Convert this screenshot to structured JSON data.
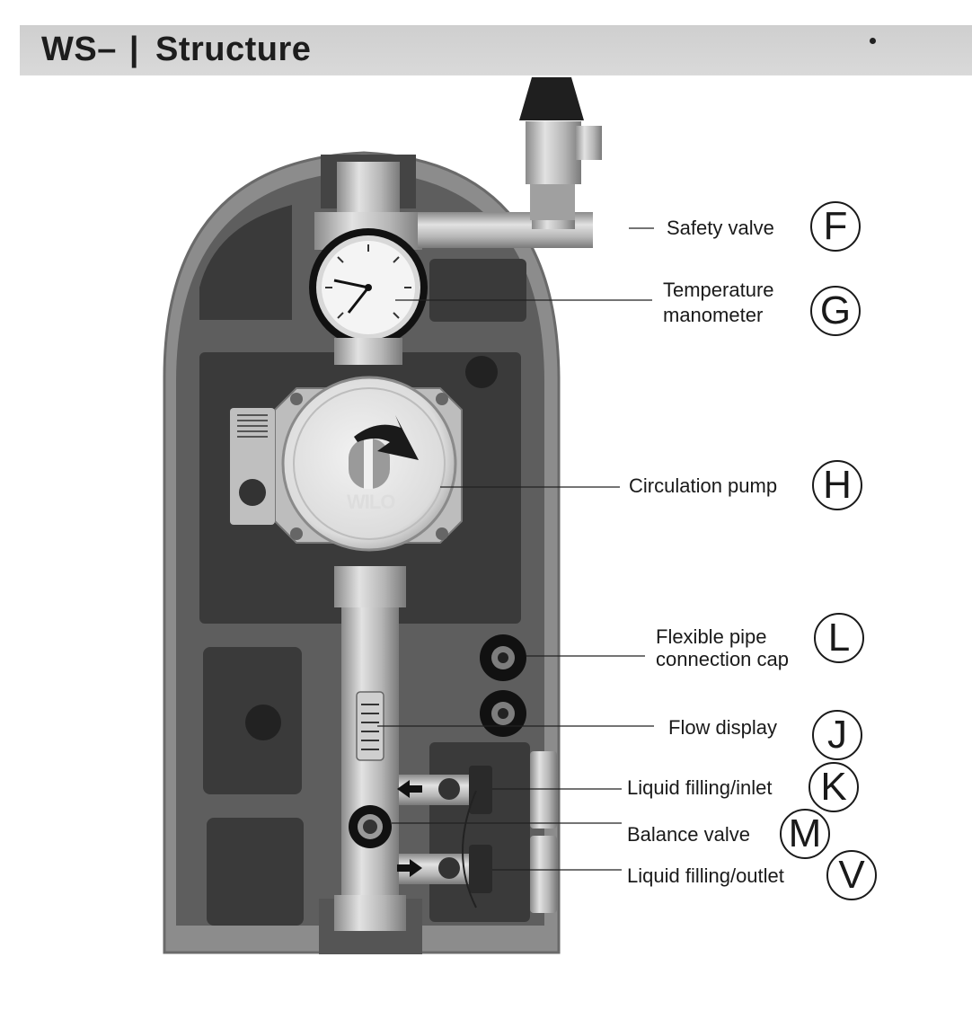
{
  "header": {
    "model": "WS–",
    "separator": "|",
    "title": "Structure"
  },
  "pump_brand": "WILO",
  "components": [
    {
      "letter": "F",
      "label": "Safety valve"
    },
    {
      "letter": "G",
      "label": "Temperature manometer"
    },
    {
      "letter": "H",
      "label": "Circulation pump"
    },
    {
      "letter": "L",
      "label": "Flexible pipe connection cap"
    },
    {
      "letter": "J",
      "label": "Flow display"
    },
    {
      "letter": "K",
      "label": "Liquid filling/inlet"
    },
    {
      "letter": "M",
      "label": "Balance valve"
    },
    {
      "letter": "V",
      "label": "Liquid filling/outlet"
    }
  ],
  "colors": {
    "housing_outer": "#8c8c8c",
    "housing_inner": "#5e5e5e",
    "panel_dark": "#3a3a3a",
    "pipe": "#b8b8b8",
    "header_bg": "#d4d4d4"
  }
}
